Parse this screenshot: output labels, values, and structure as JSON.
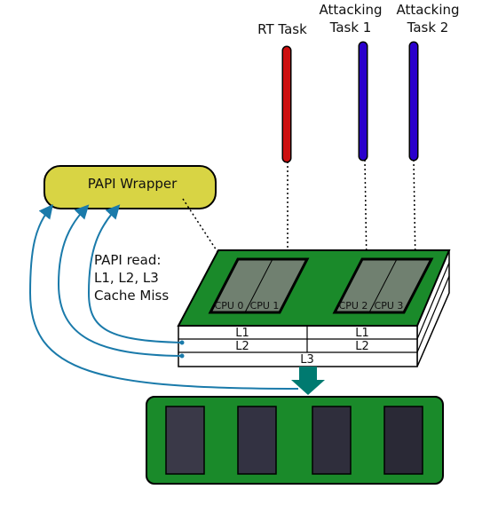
{
  "tasks": {
    "rt": "RT Task",
    "attack1_line1": "Attacking",
    "attack1_line2": "Task 1",
    "attack2_line1": "Attacking",
    "attack2_line2": "Task 2"
  },
  "papi_wrapper": "PAPI Wrapper",
  "papi_read": {
    "line1": "PAPI read:",
    "line2": "L1, L2, L3",
    "line3": "Cache Miss"
  },
  "cpus": [
    "CPU 0",
    "CPU 1",
    "CPU 2",
    "CPU 3"
  ],
  "caches": {
    "l1_left": "L1",
    "l1_right": "L1",
    "l2_left": "L2",
    "l2_right": "L2",
    "l3": "L3"
  },
  "colors": {
    "rt_task": "#cc1010",
    "attacking_task": "#2a00cc",
    "board_green": "#1a8a2a",
    "papi_yellow": "#d8d444",
    "cpu_gray": "#708070",
    "memory_chip": "#33323f",
    "arrow_blue": "#1a7aaa",
    "arrow_teal": "#007a70"
  }
}
